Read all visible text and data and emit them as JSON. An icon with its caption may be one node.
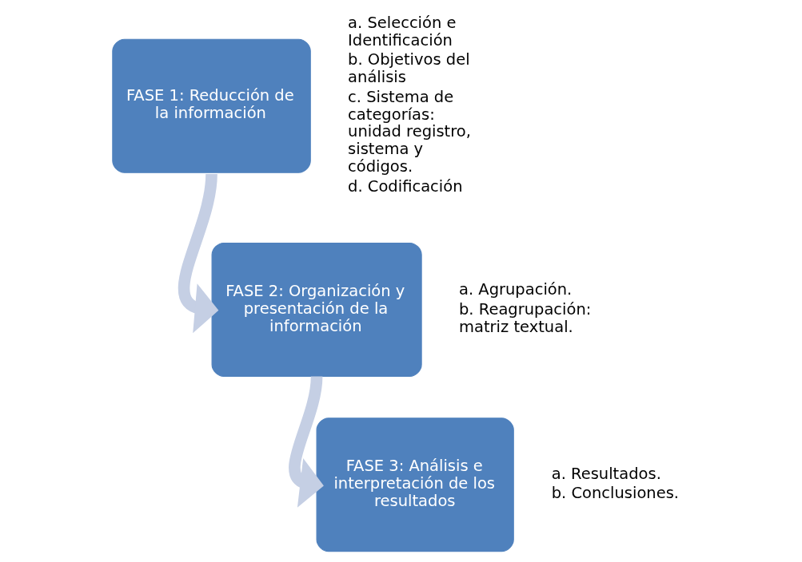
{
  "diagram": {
    "nodes": [
      {
        "text": [
          "FASE 1: Reducción de la información"
        ],
        "beside": [
          "a. Selección e Identificación",
          "b. Objetivos del análisis",
          "c. Sistema de categorías: unidad registro, sistema y códigos.",
          "d. Codificación"
        ]
      },
      {
        "text": [
          "FASE 2: Organización y presentación de la información"
        ],
        "beside": [
          "a. Agrupación.",
          "b. Reagrupación: matriz textual."
        ]
      },
      {
        "text": [
          "FASE 3: Análisis e interpretación de los resultados"
        ],
        "beside": [
          "a. Resultados.",
          "b. Conclusiones."
        ]
      }
    ],
    "edges": [
      {
        "from": 0,
        "to": 1,
        "arrow": "to",
        "color": "#c5cfe4"
      },
      {
        "from": 1,
        "to": 2,
        "arrow": "to",
        "color": "#c5cfe4"
      }
    ]
  }
}
